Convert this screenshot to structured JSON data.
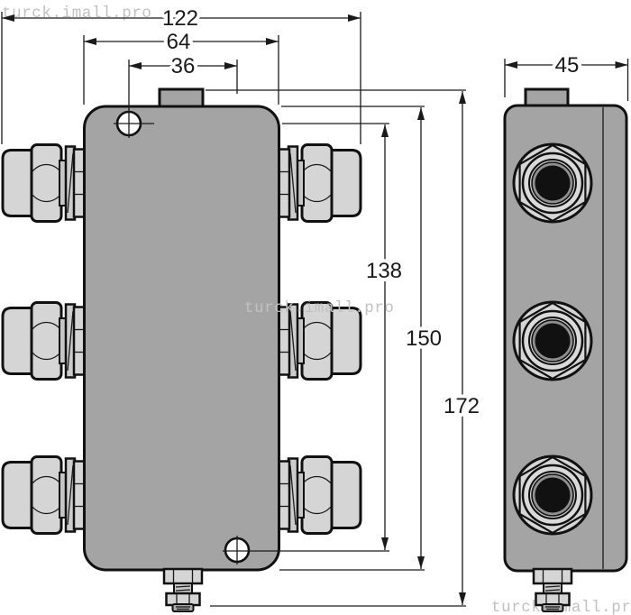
{
  "drawing": {
    "type": "technical-dimension-drawing",
    "views": [
      "front-view",
      "side-view"
    ]
  },
  "dimensions": {
    "overall_width": "122",
    "enclosure_width": "64",
    "hole_spacing_x": "36",
    "depth": "45",
    "hole_spacing_y": "138",
    "enclosure_height": "150",
    "overall_height": "172"
  },
  "watermarks": {
    "top_left": "turck.imall.pro",
    "middle": "turck.imall.pro",
    "bottom_right": "turck.imall.pro"
  },
  "colors": {
    "background": "#ffffff",
    "enclosure_body_gray": "#a4a4a4",
    "gland_fitting_gray": "#d5d5d5",
    "outline_black": "#111111",
    "dimension_line": "#1a1a1a",
    "watermark_gray": "#c1c1c1",
    "connector_core_black": "#111111"
  }
}
